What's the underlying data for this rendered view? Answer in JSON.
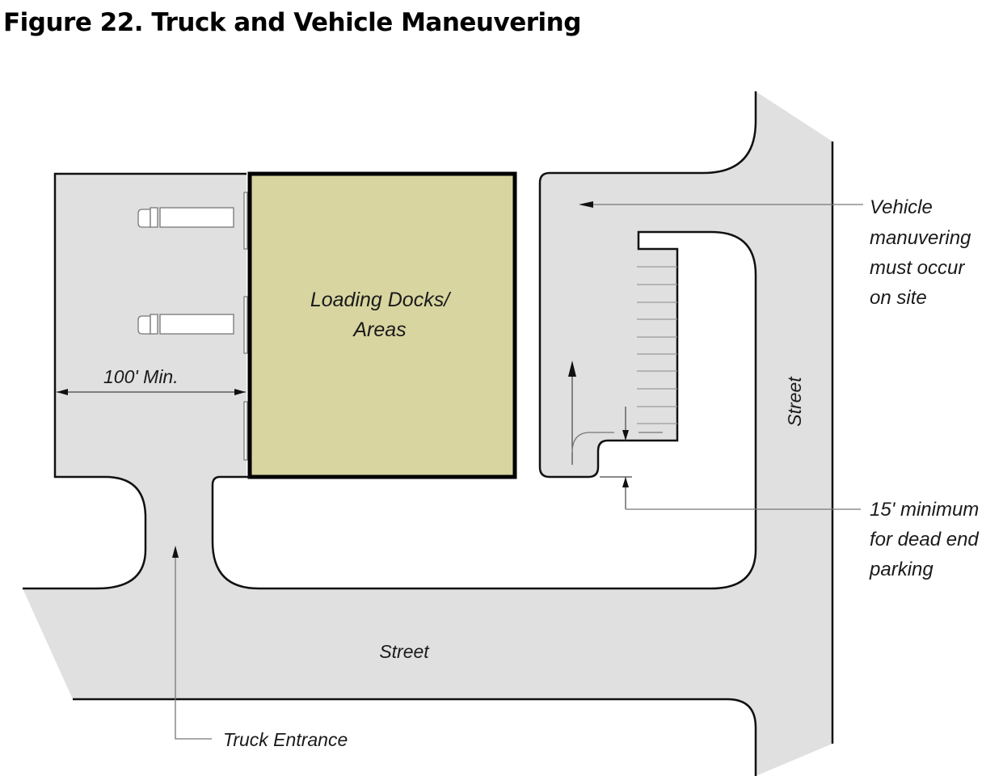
{
  "figure": {
    "title": "Figure 22. Truck and Vehicle Maneuvering"
  },
  "labels": {
    "building": [
      "Loading Docks/",
      "Areas"
    ],
    "dimension_100": "100' Min.",
    "street_bottom": "Street",
    "street_right": "Street",
    "truck_entrance": "Truck Entrance",
    "vehicle_maneuvering": [
      "Vehicle",
      "manuvering",
      "must occur",
      "on site"
    ],
    "dead_end": [
      "15' minimum",
      "for dead end",
      "parking"
    ]
  },
  "colors": {
    "building_fill": "#d8d5a0",
    "pavement": "#e0e0e0",
    "outline": "#111111"
  },
  "elements": {
    "trucks": [
      "truck",
      "truck"
    ],
    "loading_doors": 3,
    "parking_stalls": 10
  }
}
